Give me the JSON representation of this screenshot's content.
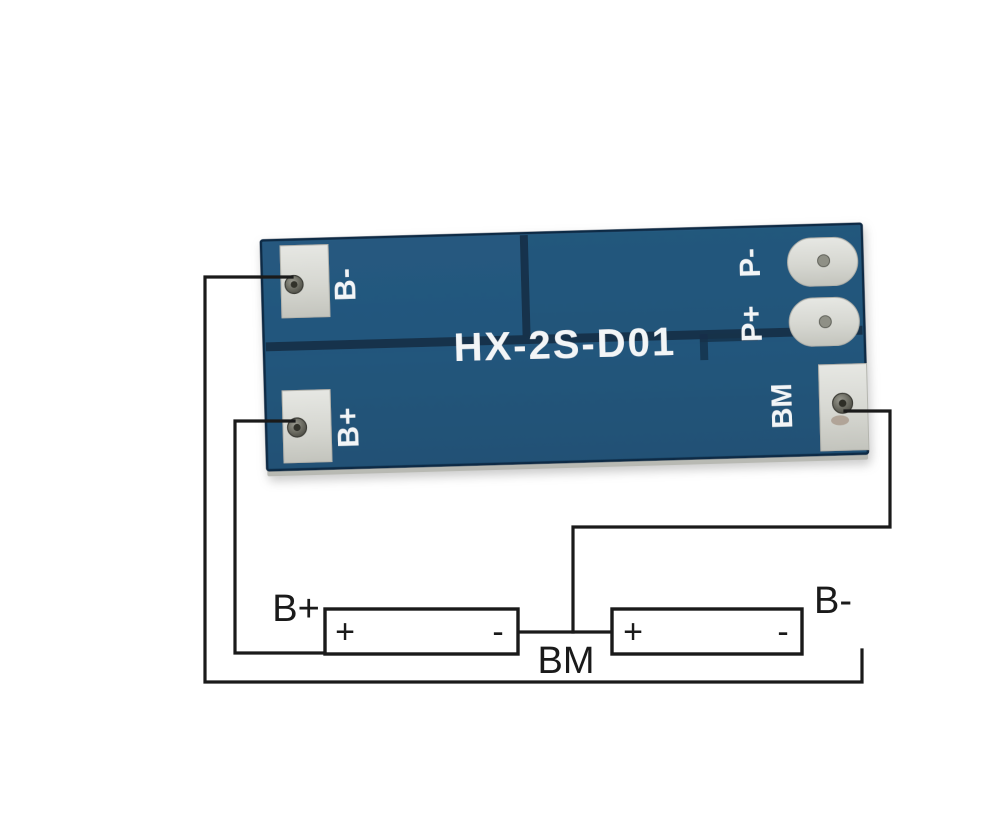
{
  "figure": {
    "kind": "bms-wiring-diagram",
    "background_color": "#ffffff",
    "line_color": "#1a1a1a"
  },
  "board": {
    "silkscreen_model": "HX-2S-D01",
    "pcb_color": "#23567c",
    "pcb_color_dark": "#1b4566",
    "trace_color": "#16304a",
    "edge_color": "#0f2b44",
    "silk_color": "#f2f5f7",
    "pad_color": "#d8d9d4",
    "rotation_deg": -1.6,
    "pads": [
      {
        "id": "b-minus",
        "label": "B-",
        "type": "solder-tab",
        "side": "left-top"
      },
      {
        "id": "b-plus",
        "label": "B+",
        "type": "solder-tab",
        "side": "left-bottom"
      },
      {
        "id": "p-minus",
        "label": "P-",
        "type": "round-pad",
        "side": "right-top"
      },
      {
        "id": "p-plus",
        "label": "P+",
        "type": "round-pad",
        "side": "right-middle"
      },
      {
        "id": "bm",
        "label": "BM",
        "type": "solder-tab",
        "side": "right-bottom"
      }
    ]
  },
  "schematic": {
    "batteries": [
      {
        "id": "cell-1",
        "plus_label": "+",
        "minus_label": "-"
      },
      {
        "id": "cell-2",
        "plus_label": "+",
        "minus_label": "-"
      }
    ],
    "labels": {
      "b_plus": "B+",
      "b_minus": "B-",
      "bm": "BM"
    },
    "wires": [
      {
        "id": "wire-b-minus",
        "from": "board.B-",
        "to": "cell-2.minus",
        "note": "B- tab to negative end of second cell"
      },
      {
        "id": "wire-b-plus",
        "from": "board.B+",
        "to": "cell-1.plus",
        "note": "B+ tab to positive end of first cell"
      },
      {
        "id": "wire-bm",
        "from": "board.BM",
        "to": "cell-1.minus/cell-2.plus",
        "note": "BM tab to the midpoint between the two cells"
      }
    ]
  }
}
